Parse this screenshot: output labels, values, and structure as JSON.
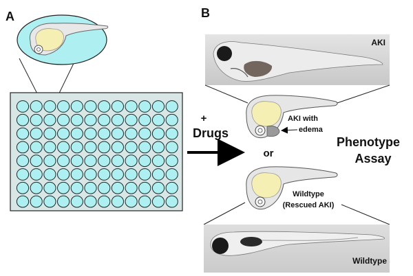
{
  "panels": {
    "a": "A",
    "b": "B"
  },
  "treatment": {
    "plus": "+",
    "drugs": "Drugs",
    "or": "or"
  },
  "outcomes": {
    "aki_edema_line1": "AKI with",
    "aki_edema_line2": "edema",
    "wildtype_line1": "Wildtype",
    "wildtype_line2": "(Rescued AKI)"
  },
  "assay": {
    "line1": "Phenotype",
    "line2": "Assay"
  },
  "photos": {
    "top": "AKI",
    "bottom": "Wildtype"
  },
  "plate": {
    "rows": 8,
    "cols": 12
  },
  "colors": {
    "plate_fill": "#d9e6e6",
    "well_fill": "#aef0f2",
    "yolk": "#f5efb4",
    "embryo_body": "#e6e6e6",
    "edema": "#9a9a9a",
    "photo_bg": "#cfcfcf",
    "arrow": "#000000"
  }
}
